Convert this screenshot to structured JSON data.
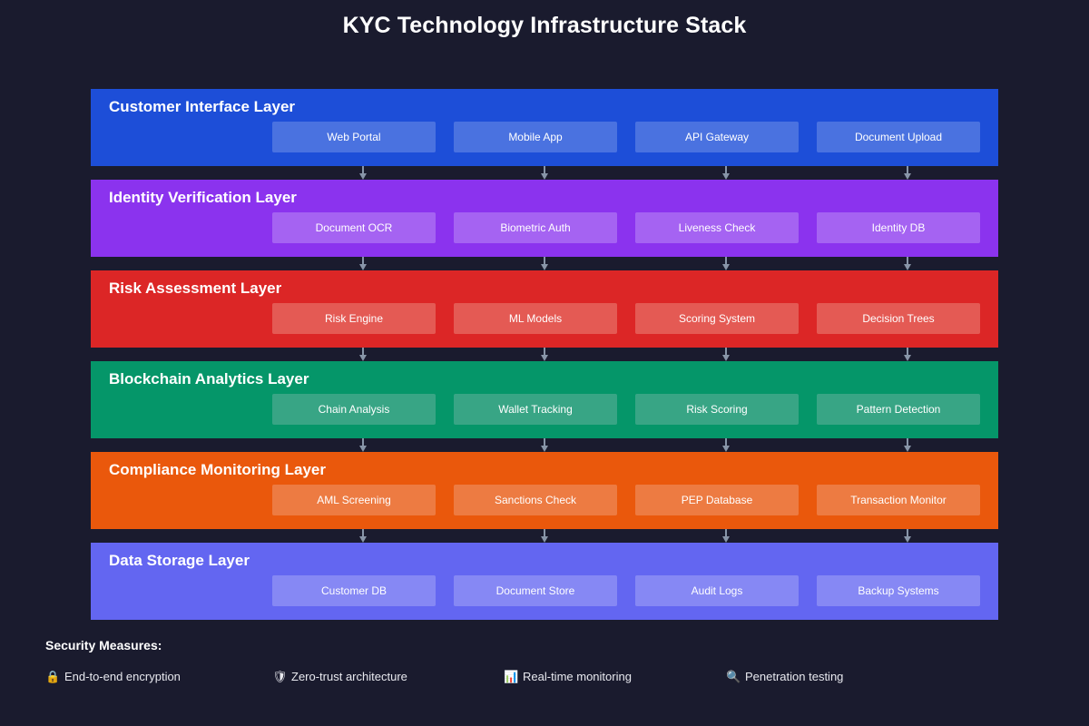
{
  "title": "KYC Technology Infrastructure Stack",
  "colors": {
    "background": "#1a1b2e",
    "arrow": "#8895a8",
    "title_text": "#ffffff"
  },
  "layers": [
    {
      "name": "Customer Interface Layer",
      "color": "#1d4ed8",
      "box_color": "#4a72e0",
      "components": [
        "Web Portal",
        "Mobile App",
        "API Gateway",
        "Document Upload"
      ]
    },
    {
      "name": "Identity Verification Layer",
      "color": "#8b33ee",
      "box_color": "#a563f2",
      "components": [
        "Document OCR",
        "Biometric Auth",
        "Liveness Check",
        "Identity DB"
      ]
    },
    {
      "name": "Risk Assessment Layer",
      "color": "#dc2626",
      "box_color": "#e45a54",
      "components": [
        "Risk Engine",
        "ML Models",
        "Scoring System",
        "Decision Trees"
      ]
    },
    {
      "name": "Blockchain Analytics Layer",
      "color": "#059669",
      "box_color": "#38a585",
      "components": [
        "Chain Analysis",
        "Wallet Tracking",
        "Risk Scoring",
        "Pattern Detection"
      ]
    },
    {
      "name": "Compliance Monitoring Layer",
      "color": "#ea580c",
      "box_color": "#ed7b42",
      "components": [
        "AML Screening",
        "Sanctions Check",
        "PEP Database",
        "Transaction Monitor"
      ]
    },
    {
      "name": "Data Storage Layer",
      "color": "#6366f1",
      "box_color": "#8688f4",
      "components": [
        "Customer DB",
        "Document Store",
        "Audit Logs",
        "Backup Systems"
      ]
    }
  ],
  "security": {
    "heading": "Security Measures:",
    "items": [
      {
        "icon": "lock-icon",
        "glyph": "🔒",
        "label": "End-to-end encryption"
      },
      {
        "icon": "shield-icon",
        "glyph": "🛡",
        "label": "Zero-trust architecture"
      },
      {
        "icon": "bar-chart-icon",
        "glyph": "📊",
        "label": "Real-time monitoring"
      },
      {
        "icon": "magnifier-icon",
        "glyph": "🔍",
        "label": "Penetration testing"
      }
    ]
  }
}
